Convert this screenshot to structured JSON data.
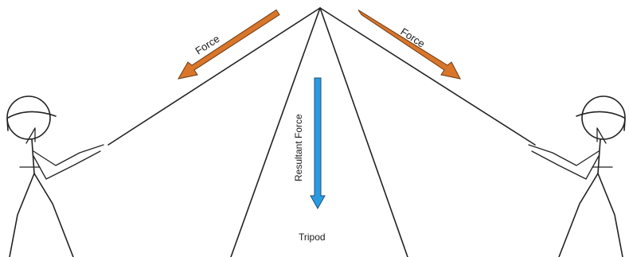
{
  "labels": {
    "force_left": "Force",
    "force_right": "Force",
    "resultant": "Resultant Force",
    "tripod": "Tripod"
  },
  "colors": {
    "force_arrow": "#d9762b",
    "force_arrow_edge": "#6b3a14",
    "resultant_arrow": "#2b9be0",
    "resultant_arrow_edge": "#1b4f78",
    "line": "#222222",
    "background": "#ffffff"
  },
  "icons": {
    "person": "stick-figure-with-helmet"
  }
}
